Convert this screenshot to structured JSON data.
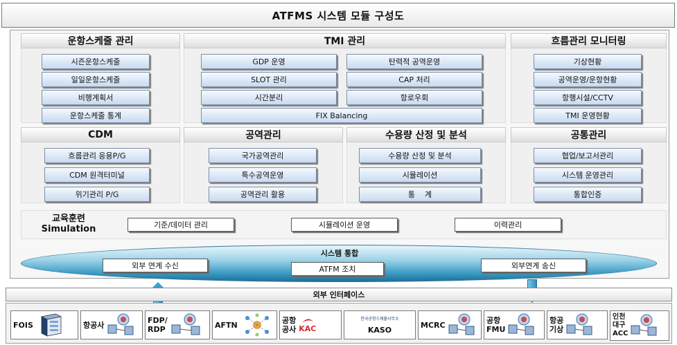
{
  "title": "ATFMS 시스템 모듈 구성도",
  "panels": {
    "schedule": {
      "title": "운항스케줄 관리",
      "items": [
        "시즌운항스케줄",
        "일일운항스케줄",
        "비행계획서",
        "운항스케줄 통계"
      ]
    },
    "tmi": {
      "title": "TMI 관리",
      "items": [
        "GDP 운영",
        "탄력적 공역운영",
        "SLOT 관리",
        "CAP 처리",
        "시간분리",
        "항로우회",
        "FIX Balancing"
      ]
    },
    "flow_monitor": {
      "title": "흐름관리 모니터링",
      "items": [
        "기상현황",
        "공역운영/운항현황",
        "항행시설/CCTV",
        "TMI 운영현황"
      ]
    },
    "cdm": {
      "title": "CDM",
      "items": [
        "흐름관리 응용P/G",
        "CDM 원격터미널",
        "위기관리 P/G"
      ]
    },
    "airspace": {
      "title": "공역관리",
      "items": [
        "국가공역관리",
        "특수공역운영",
        "공역관리 활용"
      ]
    },
    "capacity": {
      "title": "수용량 산정 및 분석",
      "items": [
        "수용량 산정 및 분석",
        "시뮬레이션",
        "통    계"
      ]
    },
    "common": {
      "title": "공통관리",
      "items": [
        "협업/보고서관리",
        "시스템 운영관리",
        "통합인증"
      ]
    }
  },
  "training": {
    "label_line1": "교육훈련",
    "label_line2": "Simulation",
    "items": [
      "기준/데이터 관리",
      "시뮬레이션 운영",
      "이력관리"
    ]
  },
  "integration": {
    "title": "시스템 통합",
    "items": [
      "외부 연계 수신",
      "ATFM 조치",
      "외부연계 송신"
    ]
  },
  "interface": {
    "title": "외부 인터페이스",
    "systems": [
      {
        "label": "FOIS",
        "icon": "server-tower-icon"
      },
      {
        "label": "항공사",
        "icon": "computer-network-icon"
      },
      {
        "label": "FDP/\nRDP",
        "icon": "computer-network-icon"
      },
      {
        "label": "AFTN",
        "icon": "network-nodes-icon"
      },
      {
        "label": "공항\n공사",
        "sublabel": "KAC",
        "icon": "kac-logo-icon"
      },
      {
        "label": "KASO",
        "sublabel": "한국공항스케줄사무소",
        "icon": "kaso-logo-icon"
      },
      {
        "label": "MCRC",
        "icon": "computer-network-icon"
      },
      {
        "label": "공항\nFMU",
        "icon": "computer-network-icon"
      },
      {
        "label": "항공\n기상",
        "icon": "computer-network-icon"
      },
      {
        "label": "인천\n대구\nACC",
        "icon": "computer-network-icon"
      }
    ]
  },
  "colors": {
    "cell_top": "#f4f9ff",
    "cell_bottom": "#c8daf0",
    "band_dark": "#1f6f98",
    "arrow": "#3a9fd0"
  }
}
